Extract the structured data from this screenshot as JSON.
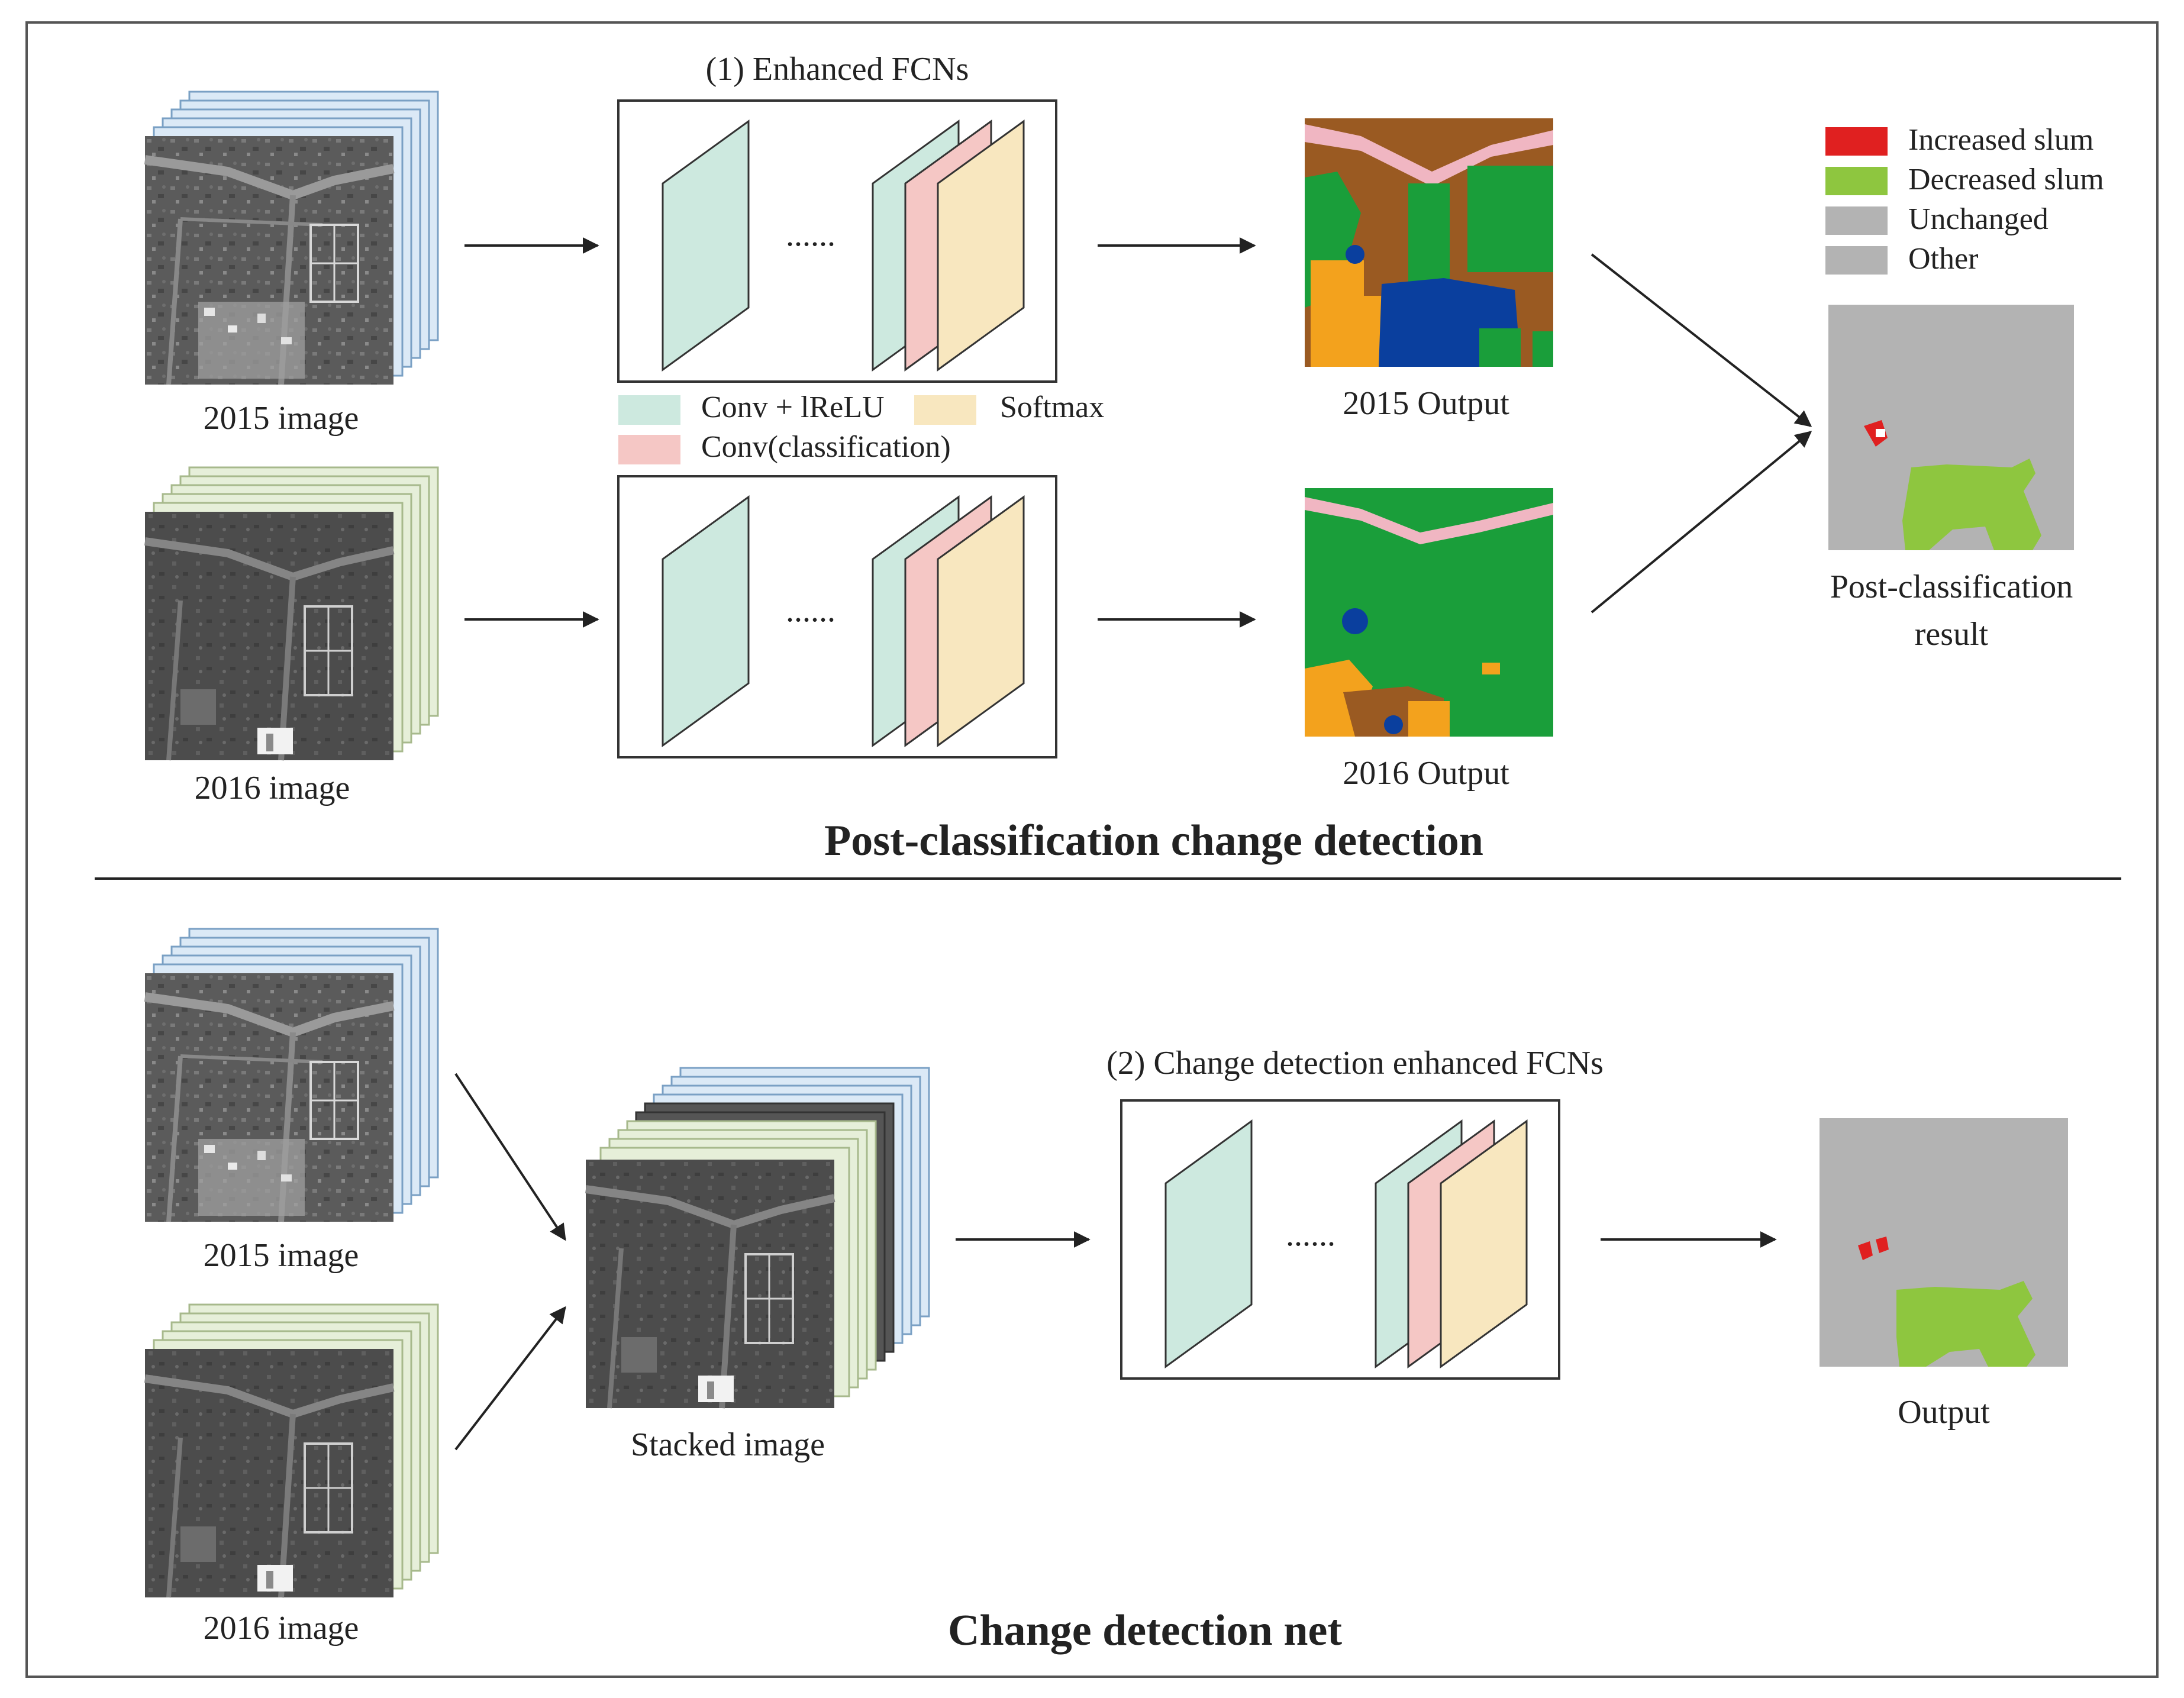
{
  "colors": {
    "conv_relu": "#cde9df",
    "conv_class": "#f5c7c5",
    "softmax": "#f8e7bf",
    "increased_slum": "#e02020",
    "decreased_slum": "#8ec63f",
    "unchanged": "#b3b3b3",
    "other": "#b3b3b3",
    "image_stack_2015": "#dbe9f6",
    "image_stack_2016": "#e6efd9",
    "class_brown": "#9a5a22",
    "class_green": "#1a9e3a",
    "class_blue": "#0a3f9e",
    "class_orange": "#f3a21d",
    "class_pink": "#f0b6c2"
  },
  "top": {
    "section_title": "Post-classification change detection",
    "fcn_title": "(1) Enhanced FCNs",
    "dots": "......",
    "img_2015_label": "2015  image",
    "img_2016_label": "2016  image",
    "out_2015_label": "2015 Output",
    "out_2016_label": "2016 Output",
    "result_label_line1": "Post-classification",
    "result_label_line2": "result",
    "fcn_legend": {
      "conv_relu": "Conv + lReLU",
      "softmax": "Softmax",
      "conv_class": "Conv(classification)"
    },
    "result_legend": {
      "increased": "Increased slum",
      "decreased": "Decreased slum",
      "unchanged": "Unchanged",
      "other": "Other"
    }
  },
  "bottom": {
    "section_title": "Change detection net",
    "fcn_title": "(2) Change detection enhanced FCNs",
    "dots": "......",
    "img_2015_label": "2015  image",
    "img_2016_label": "2016  image",
    "stacked_label": "Stacked image",
    "output_label": "Output"
  }
}
